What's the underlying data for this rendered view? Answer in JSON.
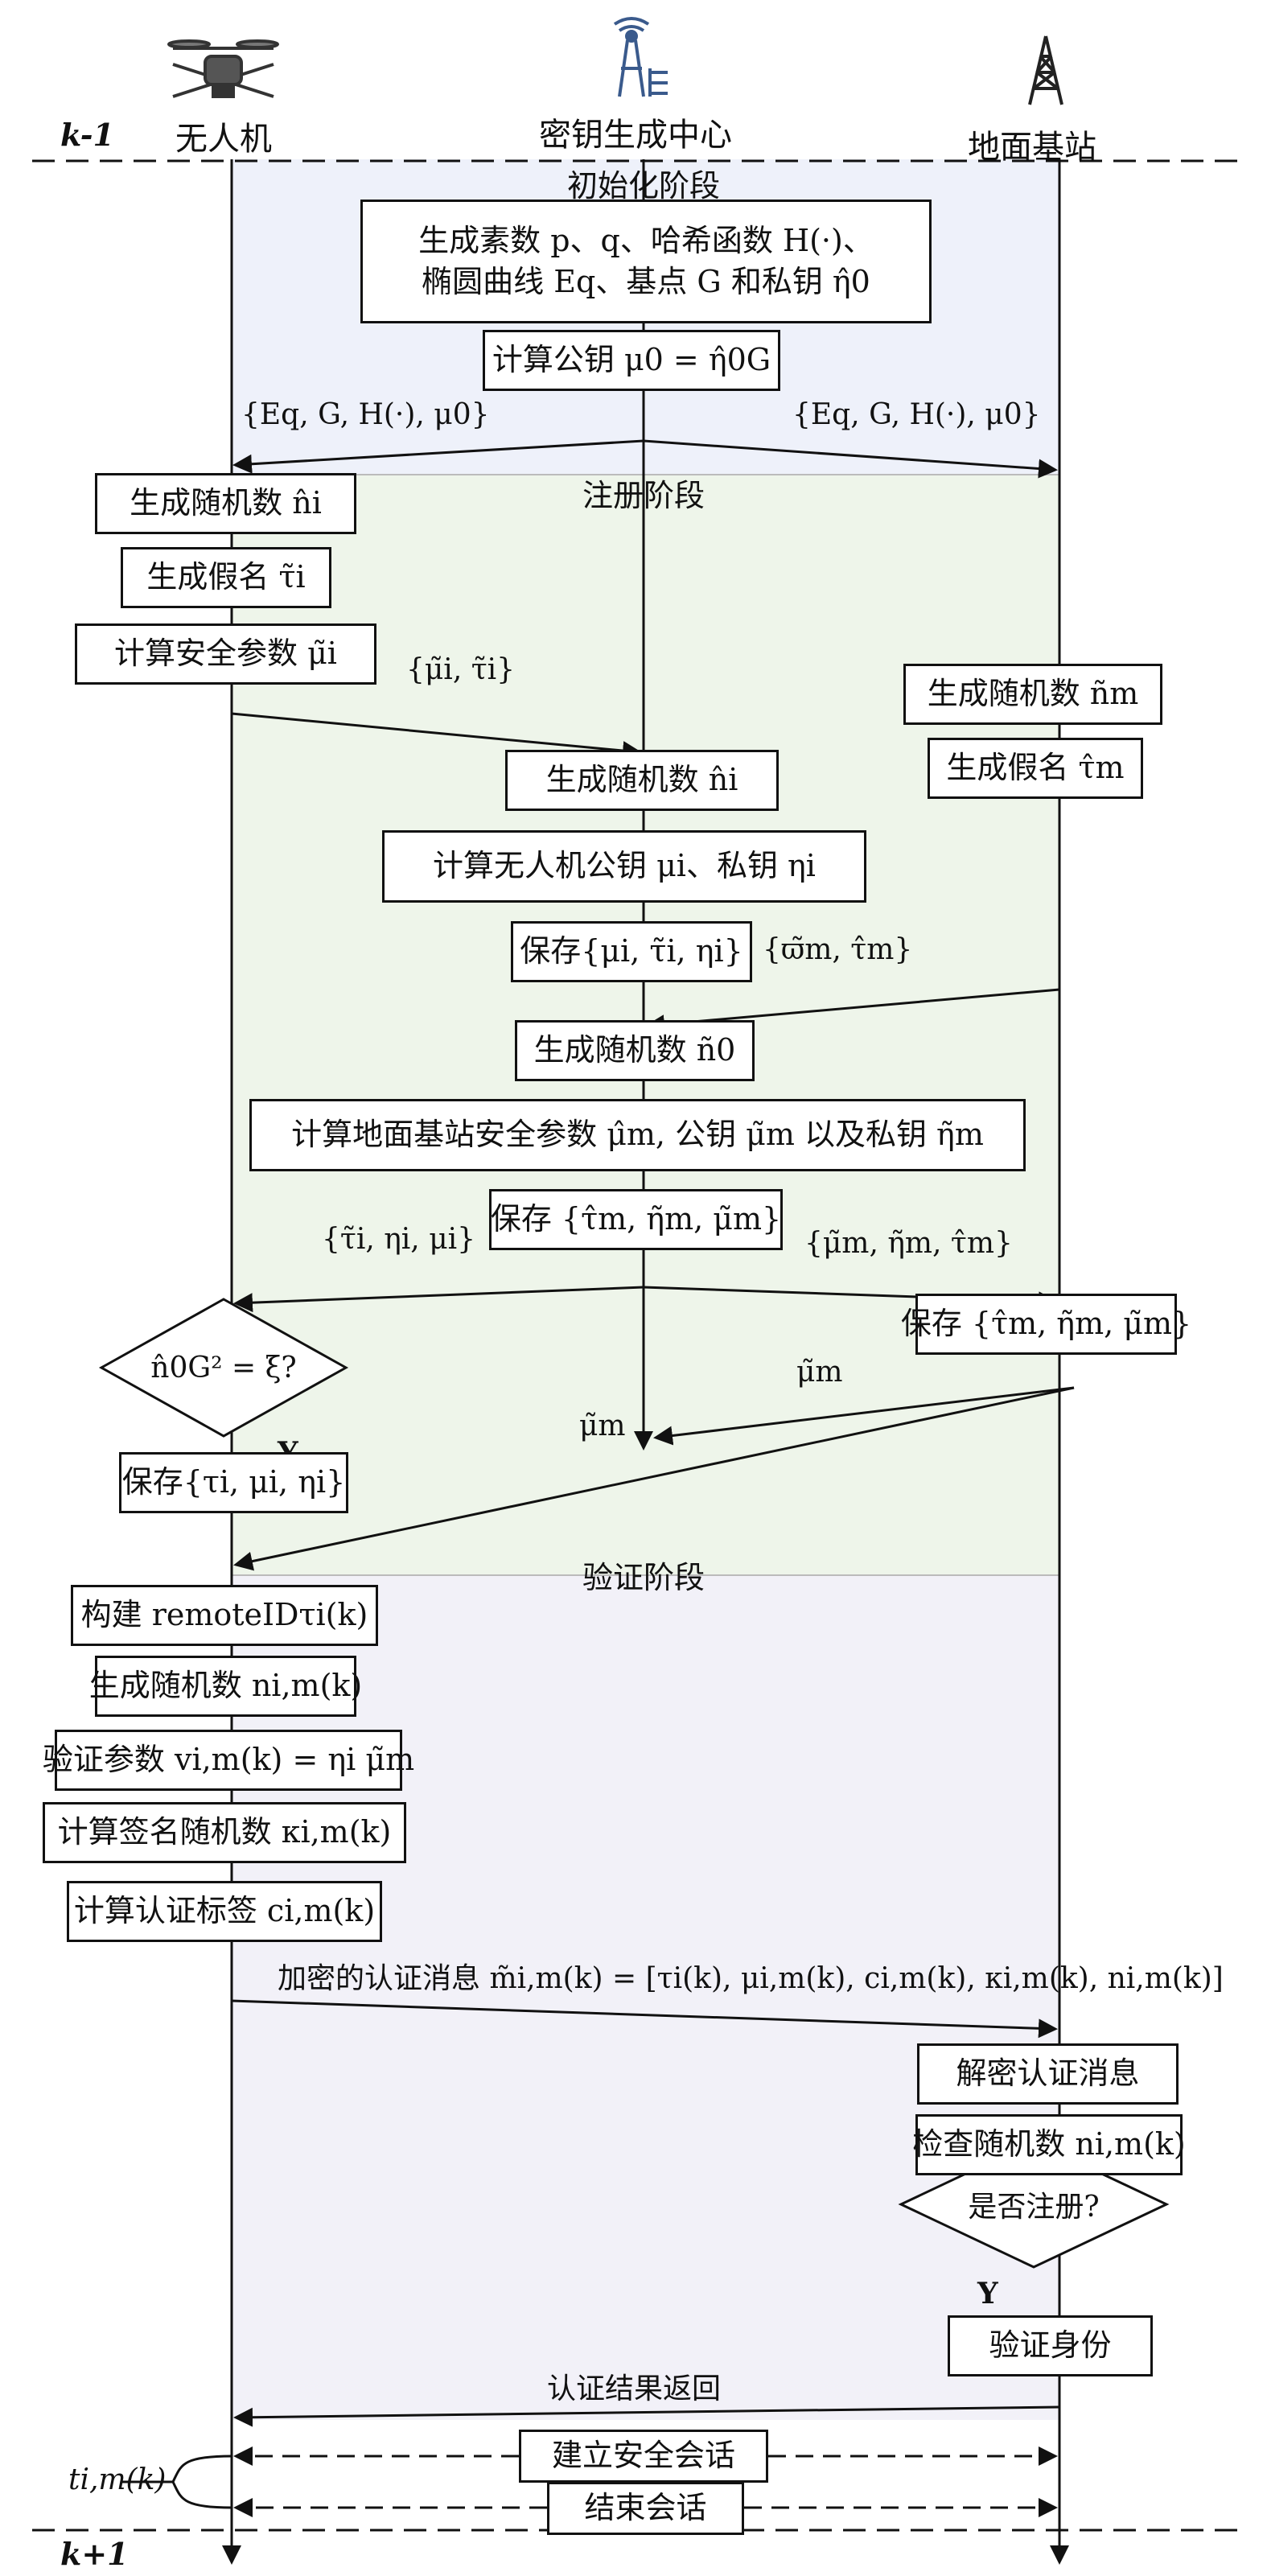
{
  "actors": {
    "drone": "无人机",
    "kgc": "密钥生成中心",
    "base": "地面基站"
  },
  "time_marks": {
    "start": "k-1",
    "end": "k+1"
  },
  "phases": {
    "init": "初始化阶段",
    "reg": "注册阶段",
    "auth": "验证阶段"
  },
  "init": {
    "gen_line1": "生成素数 p、q、哈希函数 H(·)、",
    "gen_line2": "椭圆曲线 Eq、基点 G 和私钥 η̂0",
    "pubkey": "计算公钥 μ0 = η̂0G",
    "bcast_left": "{Eq, G, H(·), μ0}",
    "bcast_right": "{Eq, G, H(·), μ0}"
  },
  "reg": {
    "d_rand": "生成随机数 n̂i",
    "d_pseudo": "生成假名 τ̃i",
    "d_sec": "计算安全参数 μ̃i",
    "msg_d": "{μ̃i, τ̃i}",
    "b_rand": "生成随机数 ñm",
    "b_pseudo": "生成假名 τ̂m",
    "k_rand": "生成随机数 n̂i",
    "k_keys": "计算无人机公钥 μi、私钥 ηi",
    "k_save1": "保存{μi, τ̃i, ηi}",
    "msg_b": "{ϖ̃m, τ̂m}",
    "k_rand0": "生成随机数 ñ0",
    "k_base": "计算地面基站安全参数 μ̂m, 公钥 μ̃m 以及私钥 η̃m",
    "k_save2": "保存 {τ̂m, η̃m, μ̃m}",
    "msg_to_d": "{τ̃i, ηi, μi}",
    "msg_to_b": "{μ̃m, η̃m, τ̂m}",
    "d_check": "n̂0G² = ξ?",
    "b_save": "保存 {τ̂m, η̃m, μ̃m}",
    "lbl_mu1": "μ̃m",
    "lbl_mu2": "μ̃m",
    "yes": "Y",
    "d_save": "保存{τi, μi, ηi}"
  },
  "auth": {
    "remoteid": "构建 remoteIDτi(k)",
    "rand": "生成随机数 ni,m(k)",
    "verify": "验证参数 vi,m(k) = ηi μ̃m",
    "sign_rand": "计算签名随机数 κi,m(k)",
    "tag": "计算认证标签 ci,m(k)",
    "msg": "加密的认证消息 m̃i,m(k) = [τi(k), μi,m(k), ci,m(k), κi,m(k), ni,m(k)]",
    "decrypt": "解密认证消息",
    "check_rand": "检查随机数 ni,m(k)",
    "registered": "是否注册?",
    "yes": "Y",
    "identity": "验证身份",
    "result": "认证结果返回",
    "session": "建立安全会话",
    "end": "结束会话",
    "t_label": "ti,m(k)"
  }
}
